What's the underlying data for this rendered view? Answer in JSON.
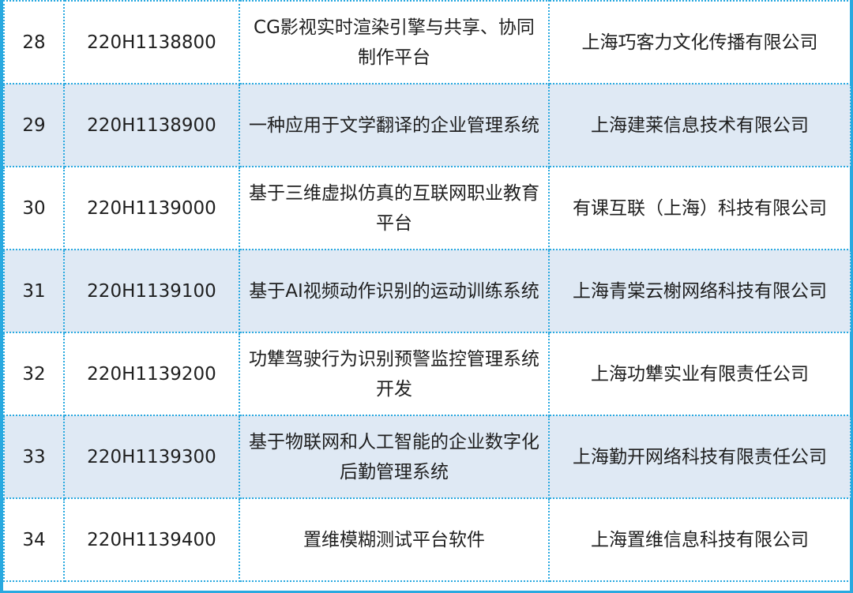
{
  "rows": [
    {
      "no": "28",
      "code": "220H1138800",
      "name": "CG影视实时渲染引擎与共享、协同制作平台",
      "company": "上海巧客力文化传播有限公司",
      "shaded": false
    },
    {
      "no": "29",
      "code": "220H1138900",
      "name": "一种应用于文学翻译的企业管理系统",
      "company": "上海建莱信息技术有限公司",
      "shaded": true
    },
    {
      "no": "30",
      "code": "220H1139000",
      "name": "基于三维虚拟仿真的互联网职业教育平台",
      "company": "有课互联（上海）科技有限公司",
      "shaded": false
    },
    {
      "no": "31",
      "code": "220H1139100",
      "name": "基于AI视频动作识别的运动训练系统",
      "company": "上海青棠云榭网络科技有限公司",
      "shaded": true
    },
    {
      "no": "32",
      "code": "220H1139200",
      "name": "功犨驾驶行为识别预警监控管理系统开发",
      "company": "上海功犨实业有限责任公司",
      "shaded": false
    },
    {
      "no": "33",
      "code": "220H1139300",
      "name": "基于物联网和人工智能的企业数字化后勤管理系统",
      "company": "上海勤开网络科技有限责任公司",
      "shaded": true
    },
    {
      "no": "34",
      "code": "220H1139400",
      "name": "置维模糊测试平台软件",
      "company": "上海置维信息科技有限公司",
      "shaded": false
    }
  ],
  "colors": {
    "border": "#29a9e0",
    "shade": "#dfe9f4",
    "background": "#ffffff"
  }
}
